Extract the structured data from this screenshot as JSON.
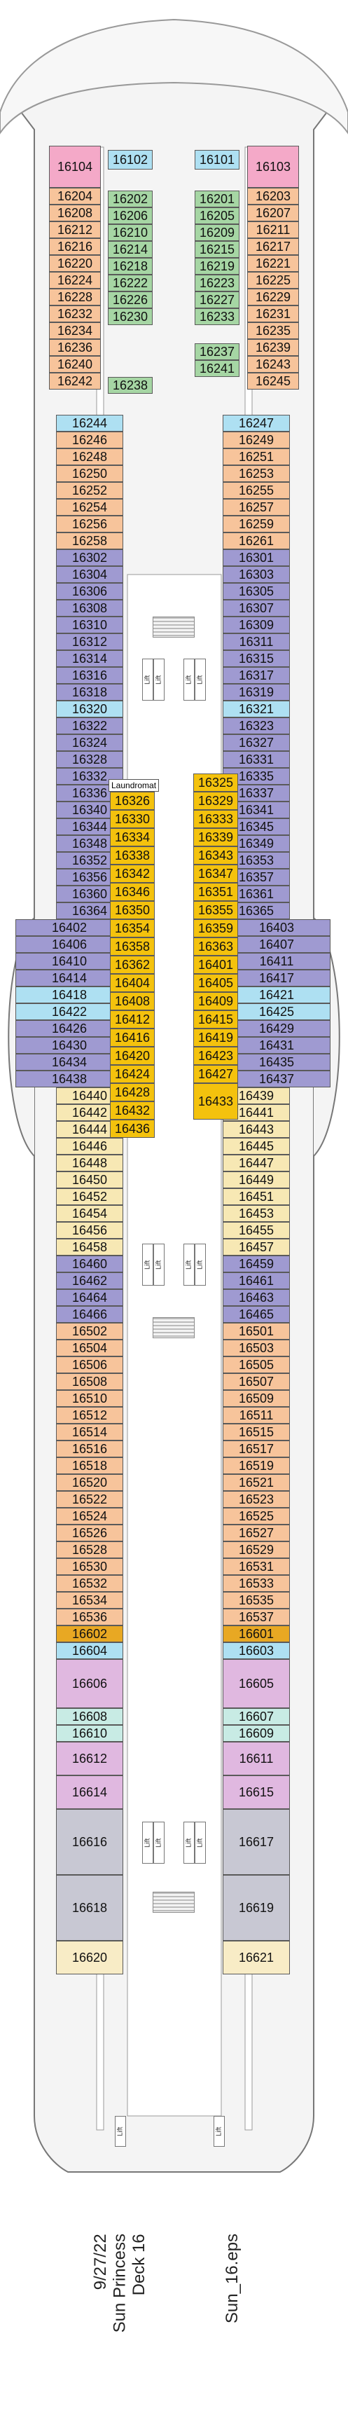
{
  "colors": {
    "pink": "#f4a9c8",
    "blue": "#aee0f2",
    "orange": "#f7c49b",
    "green": "#a6d6a4",
    "purple": "#9f9ad1",
    "yellow": "#f7e8b4",
    "gold": "#f4c20d",
    "cyan": "#7dd3f0",
    "lavender": "#e0b8e0",
    "mint": "#c8ebe4",
    "gray": "#c8c8d3",
    "cream": "#f8ecc6",
    "darkgold": "#e8a823"
  },
  "labels": {
    "lift": "Lift",
    "laundromat": "Laundromat",
    "date": "9/27/22",
    "ship": "Sun Princess",
    "deck": "Deck 16",
    "file": "Sun_16.eps"
  },
  "cabins": {
    "port_outer": [
      "16104",
      "16204",
      "16208",
      "16212",
      "16216",
      "16220",
      "16224",
      "16228",
      "16232",
      "16234",
      "16236",
      "16240",
      "16242"
    ],
    "port_inner": [
      "16102",
      "16202",
      "16206",
      "16210",
      "16214",
      "16218",
      "16222",
      "16226",
      "16230",
      "16238"
    ],
    "stbd_inner": [
      "16101",
      "16201",
      "16205",
      "16209",
      "16215",
      "16219",
      "16223",
      "16227",
      "16233",
      "16237",
      "16241"
    ],
    "stbd_outer": [
      "16103",
      "16203",
      "16207",
      "16211",
      "16217",
      "16221",
      "16225",
      "16229",
      "16231",
      "16235",
      "16239",
      "16243",
      "16245"
    ],
    "port_main": [
      "16244",
      "16246",
      "16248",
      "16250",
      "16252",
      "16254",
      "16256",
      "16258",
      "16302",
      "16304",
      "16306",
      "16308",
      "16310",
      "16312",
      "16314",
      "16316",
      "16318",
      "16320",
      "16322",
      "16324",
      "16328",
      "16332",
      "16336",
      "16340",
      "16344",
      "16348",
      "16352",
      "16356",
      "16360",
      "16364",
      "16402",
      "16406",
      "16410",
      "16414",
      "16418",
      "16422",
      "16426",
      "16430",
      "16434",
      "16438",
      "16440",
      "16442",
      "16444",
      "16446",
      "16448",
      "16450",
      "16452",
      "16454",
      "16456",
      "16458",
      "16460",
      "16462",
      "16464",
      "16466",
      "16502",
      "16504",
      "16506",
      "16508",
      "16510",
      "16512",
      "16514",
      "16516",
      "16518",
      "16520",
      "16522",
      "16524",
      "16526",
      "16528",
      "16530",
      "16532",
      "16534",
      "16536",
      "16602",
      "16604",
      "16606",
      "16608",
      "16610",
      "16612",
      "16614",
      "16616",
      "16618",
      "16620"
    ],
    "stbd_main": [
      "16247",
      "16249",
      "16251",
      "16253",
      "16255",
      "16257",
      "16259",
      "16261",
      "16301",
      "16303",
      "16305",
      "16307",
      "16309",
      "16311",
      "16315",
      "16317",
      "16319",
      "16321",
      "16323",
      "16327",
      "16331",
      "16335",
      "16337",
      "16341",
      "16345",
      "16349",
      "16353",
      "16357",
      "16361",
      "16365",
      "16403",
      "16407",
      "16411",
      "16417",
      "16421",
      "16425",
      "16429",
      "16431",
      "16435",
      "16437",
      "16439",
      "16441",
      "16443",
      "16445",
      "16447",
      "16449",
      "16451",
      "16453",
      "16455",
      "16457",
      "16459",
      "16461",
      "16463",
      "16465",
      "16501",
      "16503",
      "16505",
      "16507",
      "16509",
      "16511",
      "16515",
      "16517",
      "16519",
      "16521",
      "16523",
      "16525",
      "16527",
      "16529",
      "16531",
      "16533",
      "16535",
      "16537",
      "16601",
      "16603",
      "16605",
      "16607",
      "16609",
      "16611",
      "16615",
      "16617",
      "16619",
      "16621"
    ],
    "center_port": [
      "16326",
      "16330",
      "16334",
      "16338",
      "16342",
      "16346",
      "16350",
      "16354",
      "16358",
      "16362",
      "16404",
      "16408",
      "16412",
      "16416",
      "16420",
      "16424",
      "16428",
      "16432",
      "16436"
    ],
    "center_stbd": [
      "16325",
      "16329",
      "16333",
      "16339",
      "16343",
      "16347",
      "16351",
      "16355",
      "16359",
      "16363",
      "16401",
      "16405",
      "16409",
      "16415",
      "16419",
      "16423",
      "16427",
      "16433"
    ]
  }
}
